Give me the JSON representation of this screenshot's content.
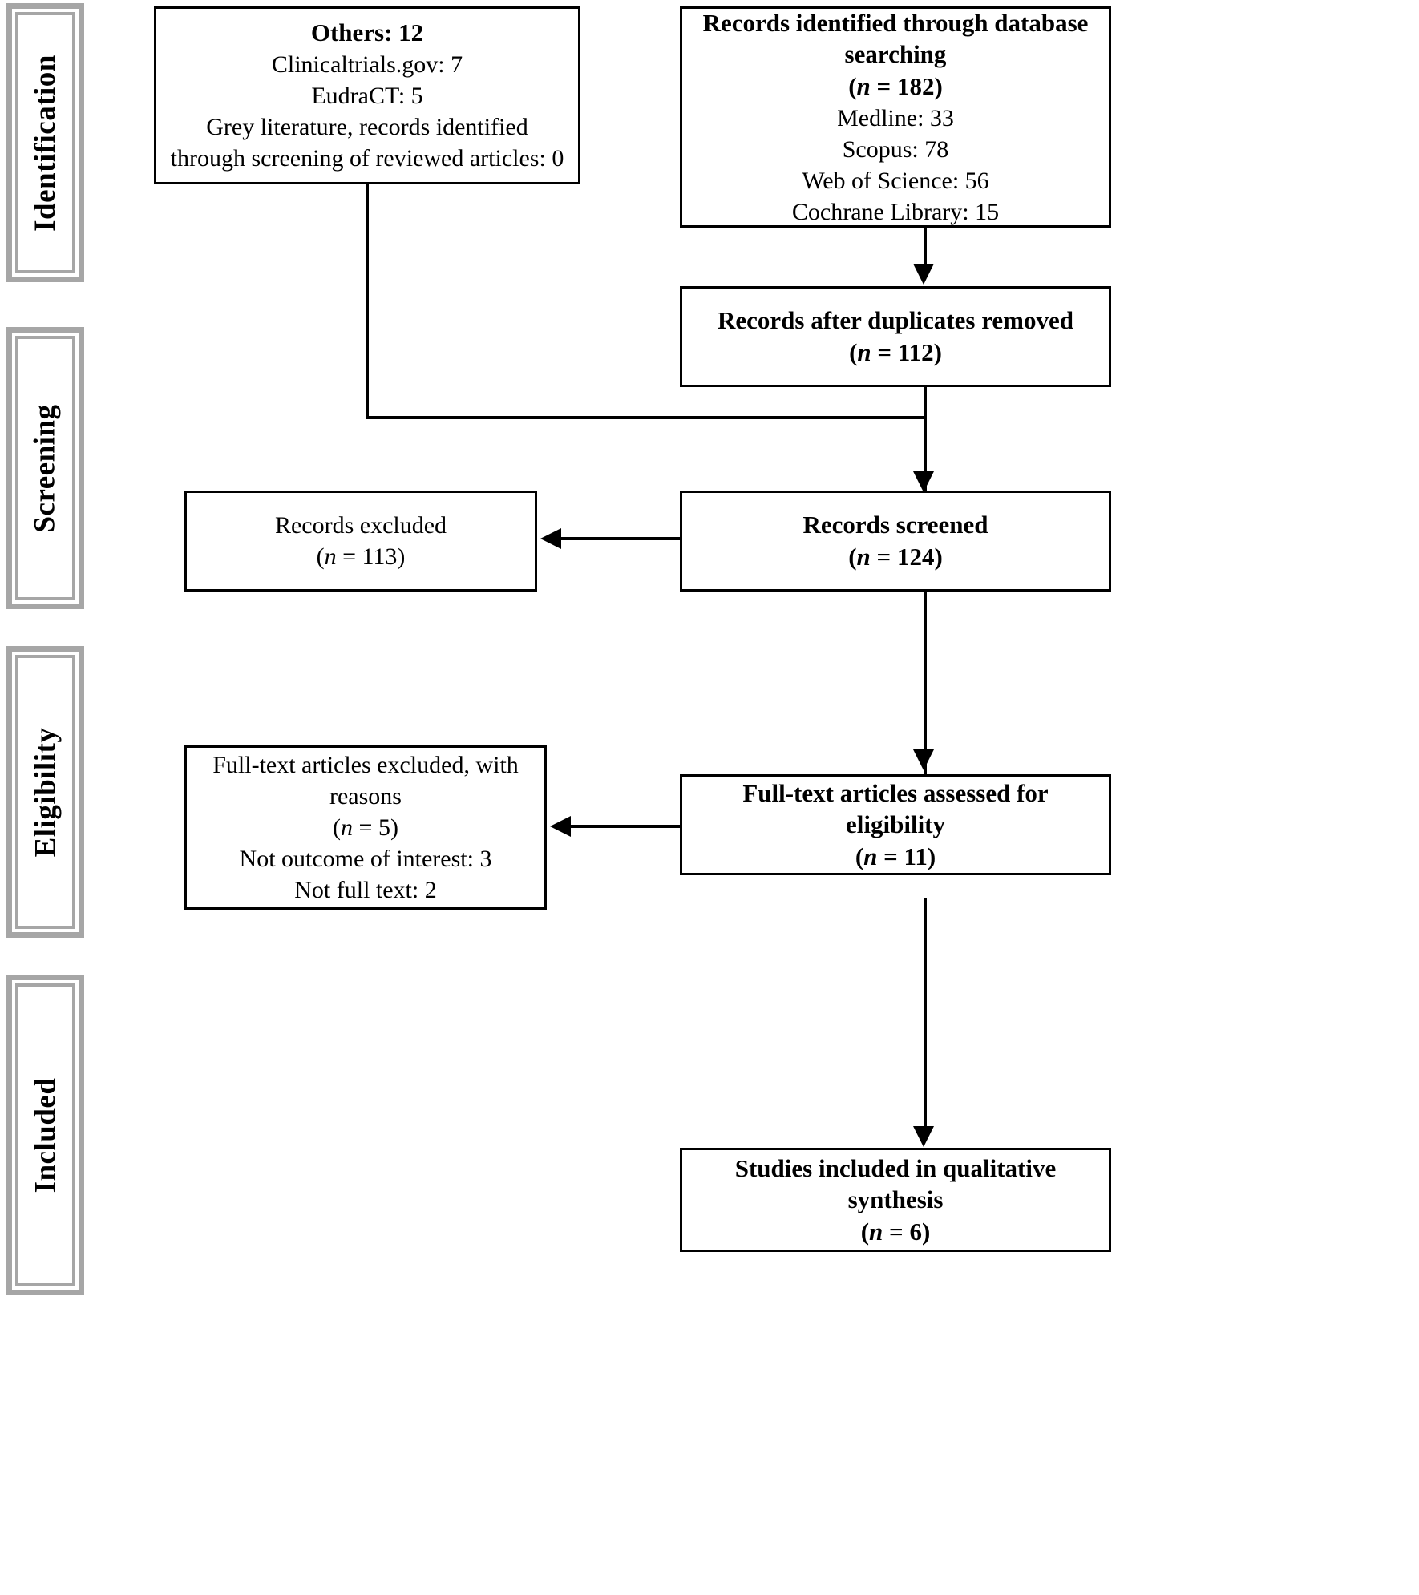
{
  "diagram": {
    "type": "prisma-flow-diagram",
    "title": "PRISMA Flow Diagram",
    "frame_color": "#a6a6a6",
    "line_color": "#000000",
    "background": "#ffffff"
  },
  "phases": [
    {
      "id": "identification",
      "label": "Identification"
    },
    {
      "id": "screening",
      "label": "Screening"
    },
    {
      "id": "eligibility",
      "label": "Eligibility"
    },
    {
      "id": "included",
      "label": "Included"
    }
  ],
  "boxes": {
    "others": {
      "heading": "Others: 12",
      "lines": [
        "Clinicaltrials.gov: 7",
        "EudraCT: 5",
        "Grey literature, records identified",
        "through screening of reviewed articles: 0"
      ]
    },
    "database_search": {
      "heading_line1": "Records identified through database",
      "heading_line2": "searching",
      "count_pre": "(",
      "count_n": "n",
      "count_post": " = 182)",
      "lines": [
        "Medline: 33",
        "Scopus: 78",
        "Web of Science: 56",
        "Cochrane Library: 15"
      ]
    },
    "duplicates_removed": {
      "heading": "Records after duplicates removed",
      "count_pre": "(",
      "count_n": "n",
      "count_post": " = 112)"
    },
    "records_screened": {
      "heading": "Records screened",
      "count_pre": "(",
      "count_n": "n",
      "count_post": " = 124)"
    },
    "records_excluded": {
      "heading": "Records excluded",
      "count_pre": "(",
      "count_n": "n",
      "count_post": " = 113)"
    },
    "fulltext_assessed": {
      "heading": "Full-text articles assessed for eligibility",
      "count_pre": "(",
      "count_n": "n",
      "count_post": " = 11)"
    },
    "fulltext_excluded": {
      "line1": "Full-text articles excluded, with",
      "line2": "reasons",
      "count_pre": "(",
      "count_n": "n",
      "count_post": " = 5)",
      "reasons": [
        "Not outcome of interest: 3",
        "Not full text: 2"
      ]
    },
    "included_studies": {
      "heading": "Studies included in qualitative synthesis",
      "count_pre": "(",
      "count_n": "n",
      "count_post": " = 6)"
    }
  },
  "chart_data": {
    "type": "diagram",
    "title": "PRISMA Flow Diagram",
    "nodes": [
      {
        "id": "others",
        "phase": "Identification",
        "label": "Others",
        "n": 12,
        "detail": {
          "Clinicaltrials.gov": 7,
          "EudraCT": 5,
          "Grey literature, records identified through screening of reviewed articles": 0
        }
      },
      {
        "id": "database_search",
        "phase": "Identification",
        "label": "Records identified through database searching",
        "n": 182,
        "detail": {
          "Medline": 33,
          "Scopus": 78,
          "Web of Science": 56,
          "Cochrane Library": 15
        }
      },
      {
        "id": "duplicates_removed",
        "phase": "Screening",
        "label": "Records after duplicates removed",
        "n": 112
      },
      {
        "id": "records_screened",
        "phase": "Screening",
        "label": "Records screened",
        "n": 124
      },
      {
        "id": "records_excluded",
        "phase": "Screening",
        "label": "Records excluded",
        "n": 113
      },
      {
        "id": "fulltext_assessed",
        "phase": "Eligibility",
        "label": "Full-text articles assessed for eligibility",
        "n": 11
      },
      {
        "id": "fulltext_excluded",
        "phase": "Eligibility",
        "label": "Full-text articles excluded, with reasons",
        "n": 5,
        "detail": {
          "Not outcome of interest": 3,
          "Not full text": 2
        }
      },
      {
        "id": "included_studies",
        "phase": "Included",
        "label": "Studies included in qualitative synthesis",
        "n": 6
      }
    ],
    "edges": [
      {
        "from": "database_search",
        "to": "duplicates_removed",
        "style": "arrow-down"
      },
      {
        "from": "others",
        "to": "records_screened",
        "style": "elbow"
      },
      {
        "from": "duplicates_removed",
        "to": "records_screened",
        "style": "arrow-down"
      },
      {
        "from": "records_screened",
        "to": "records_excluded",
        "style": "arrow-left"
      },
      {
        "from": "records_screened",
        "to": "fulltext_assessed",
        "style": "arrow-down"
      },
      {
        "from": "fulltext_assessed",
        "to": "fulltext_excluded",
        "style": "arrow-left"
      },
      {
        "from": "fulltext_assessed",
        "to": "included_studies",
        "style": "arrow-down"
      }
    ]
  }
}
